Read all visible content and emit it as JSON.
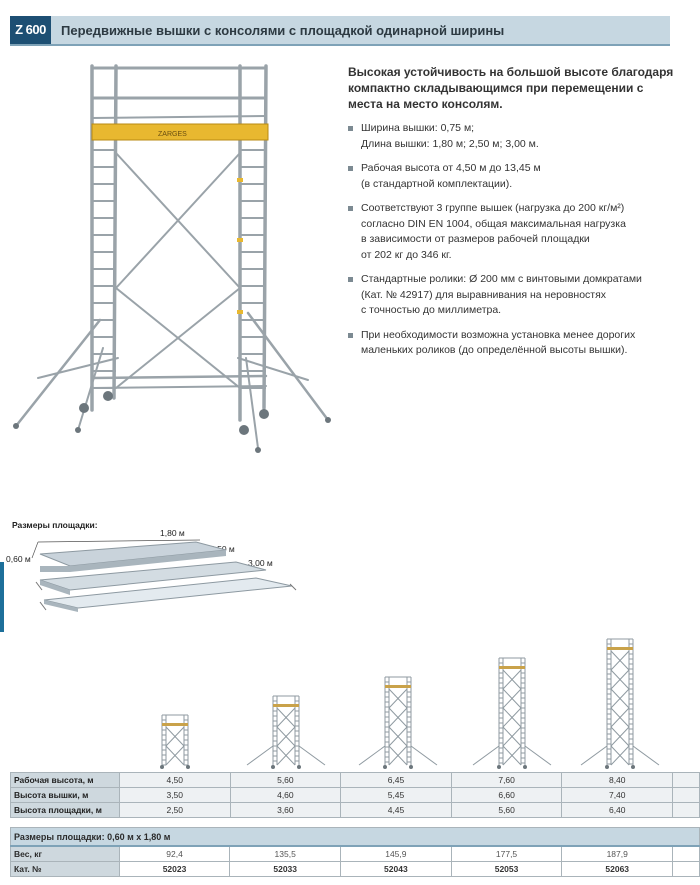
{
  "header": {
    "badge": "Z 600",
    "title": "Передвижные вышки с консолями с площадкой одинарной ширины"
  },
  "intro": "Высокая устойчивость на большой высоте благодаря компактно складывающимся при перемещении с места на место консолям.",
  "features": [
    "Ширина вышки: 0,75 м;\nДлина вышки: 1,80 м; 2,50 м; 3,00 м.",
    "Рабочая высота от 4,50 м до 13,45 м\n(в стандартной комплектации).",
    "Соответствуют 3 группе вышек (нагрузка до 200 кг/м²)\nсогласно DIN EN 1004, общая максимальная нагрузка\nв зависимости от размеров рабочей площадки\nот 202 кг до 346 кг.",
    "Стандартные ролики: Ø 200 мм с винтовыми домкратами\n(Кат. № 42917) для выравнивания на неровностях\nс точностью до миллиметра.",
    "При необходимости возможна установка менее дорогих\nмаленьких роликов (до определённой высоты вышки)."
  ],
  "hero": {
    "brand": "ZARGES"
  },
  "platforms": {
    "title": "Размеры площадки:",
    "width": "0,60 м",
    "lengths": [
      "1,80 м",
      "2,50 м",
      "3,00 м"
    ]
  },
  "towers": {
    "levels": [
      2,
      3,
      4,
      5,
      6
    ]
  },
  "spec": {
    "rows": [
      {
        "label": "Рабочая высота, м",
        "values": [
          "4,50",
          "5,60",
          "6,45",
          "7,60",
          "8,40"
        ]
      },
      {
        "label": "Высота вышки, м",
        "values": [
          "3,50",
          "4,60",
          "5,45",
          "6,60",
          "7,40"
        ]
      },
      {
        "label": "Высота площадки, м",
        "values": [
          "2,50",
          "3,60",
          "4,45",
          "5,60",
          "6,40"
        ]
      }
    ]
  },
  "spec2": {
    "header": "Размеры площадки: 0,60 м x 1,80 м",
    "rows": [
      {
        "label": "Вес, кг",
        "values": [
          "92,4",
          "135,5",
          "145,9",
          "177,5",
          "187,9"
        ]
      },
      {
        "label": "Кат. №",
        "values": [
          "52023",
          "52033",
          "52043",
          "52053",
          "52063"
        ]
      }
    ]
  },
  "colors": {
    "accent": "#1d4f73",
    "header_bg": "#c6d7e1",
    "platform_yellow": "#e8b830"
  }
}
